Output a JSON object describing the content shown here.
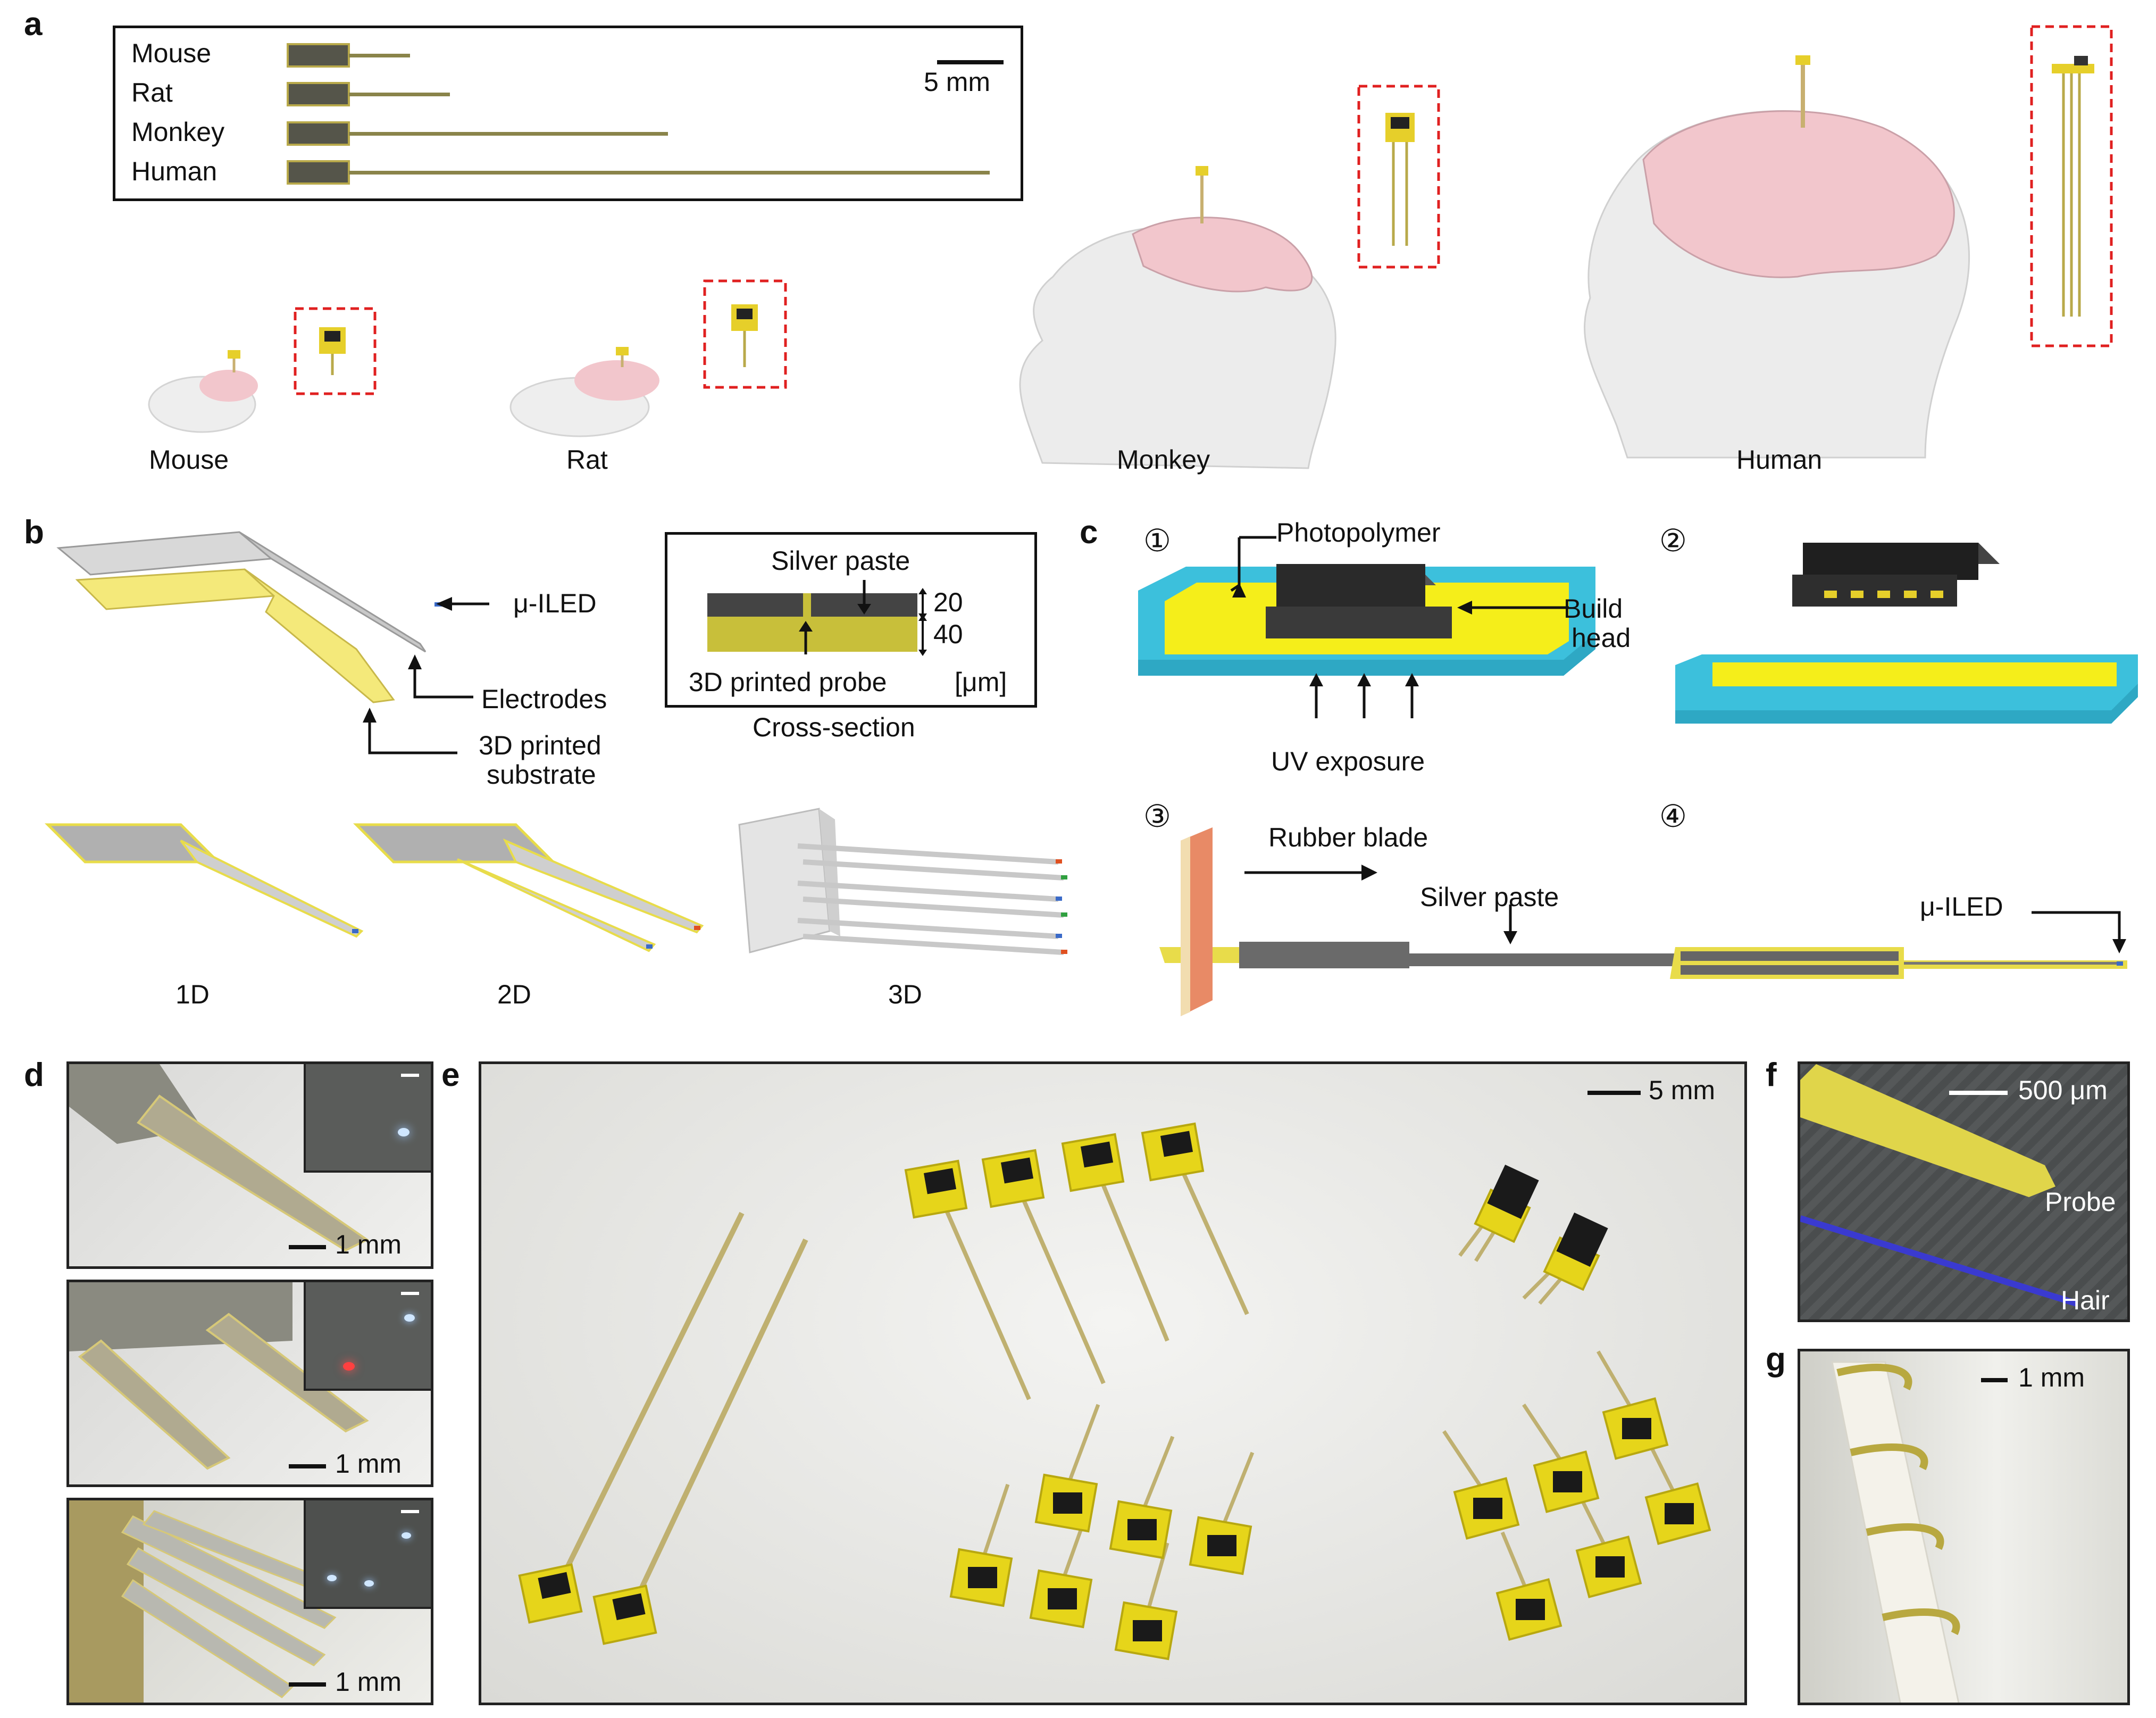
{
  "panels": {
    "a": "a",
    "b": "b",
    "c": "c",
    "d": "d",
    "e": "e",
    "f": "f",
    "g": "g"
  },
  "a": {
    "inset_rows": [
      "Mouse",
      "Rat",
      "Monkey",
      "Human"
    ],
    "inset_scale": "5 mm",
    "species_labels": [
      "Mouse",
      "Rat",
      "Monkey",
      "Human"
    ]
  },
  "b": {
    "uiled": "μ-ILED",
    "electrodes": "Electrodes",
    "substrate_l1": "3D printed",
    "substrate_l2": "substrate",
    "xs_silver": "Silver paste",
    "xs_20": "20",
    "xs_40": "40",
    "xs_probe": "3D printed probe",
    "xs_unit": "[μm]",
    "xs_caption": "Cross-section",
    "dims": [
      "1D",
      "2D",
      "3D"
    ]
  },
  "c": {
    "step1": "①",
    "step2": "②",
    "step3": "③",
    "step4": "④",
    "photopolymer": "Photopolymer",
    "build_l1": "Build",
    "build_l2": "head",
    "uv": "UV exposure",
    "rubber": "Rubber blade",
    "silver": "Silver paste",
    "uiled": "μ-ILED"
  },
  "d": {
    "scale": [
      "1 mm",
      "1 mm",
      "1 mm"
    ]
  },
  "e": {
    "scale": "5 mm"
  },
  "f": {
    "scale": "500 μm",
    "probe": "Probe",
    "hair": "Hair"
  },
  "g": {
    "scale": "1 mm"
  },
  "colors": {
    "probe_yellow": "#e8dc4a",
    "brain_pink": "#f2c6cc",
    "vat_blue": "#3cc0dc",
    "resin_yellow": "#f5ee1a",
    "dash_red": "#e02020"
  }
}
